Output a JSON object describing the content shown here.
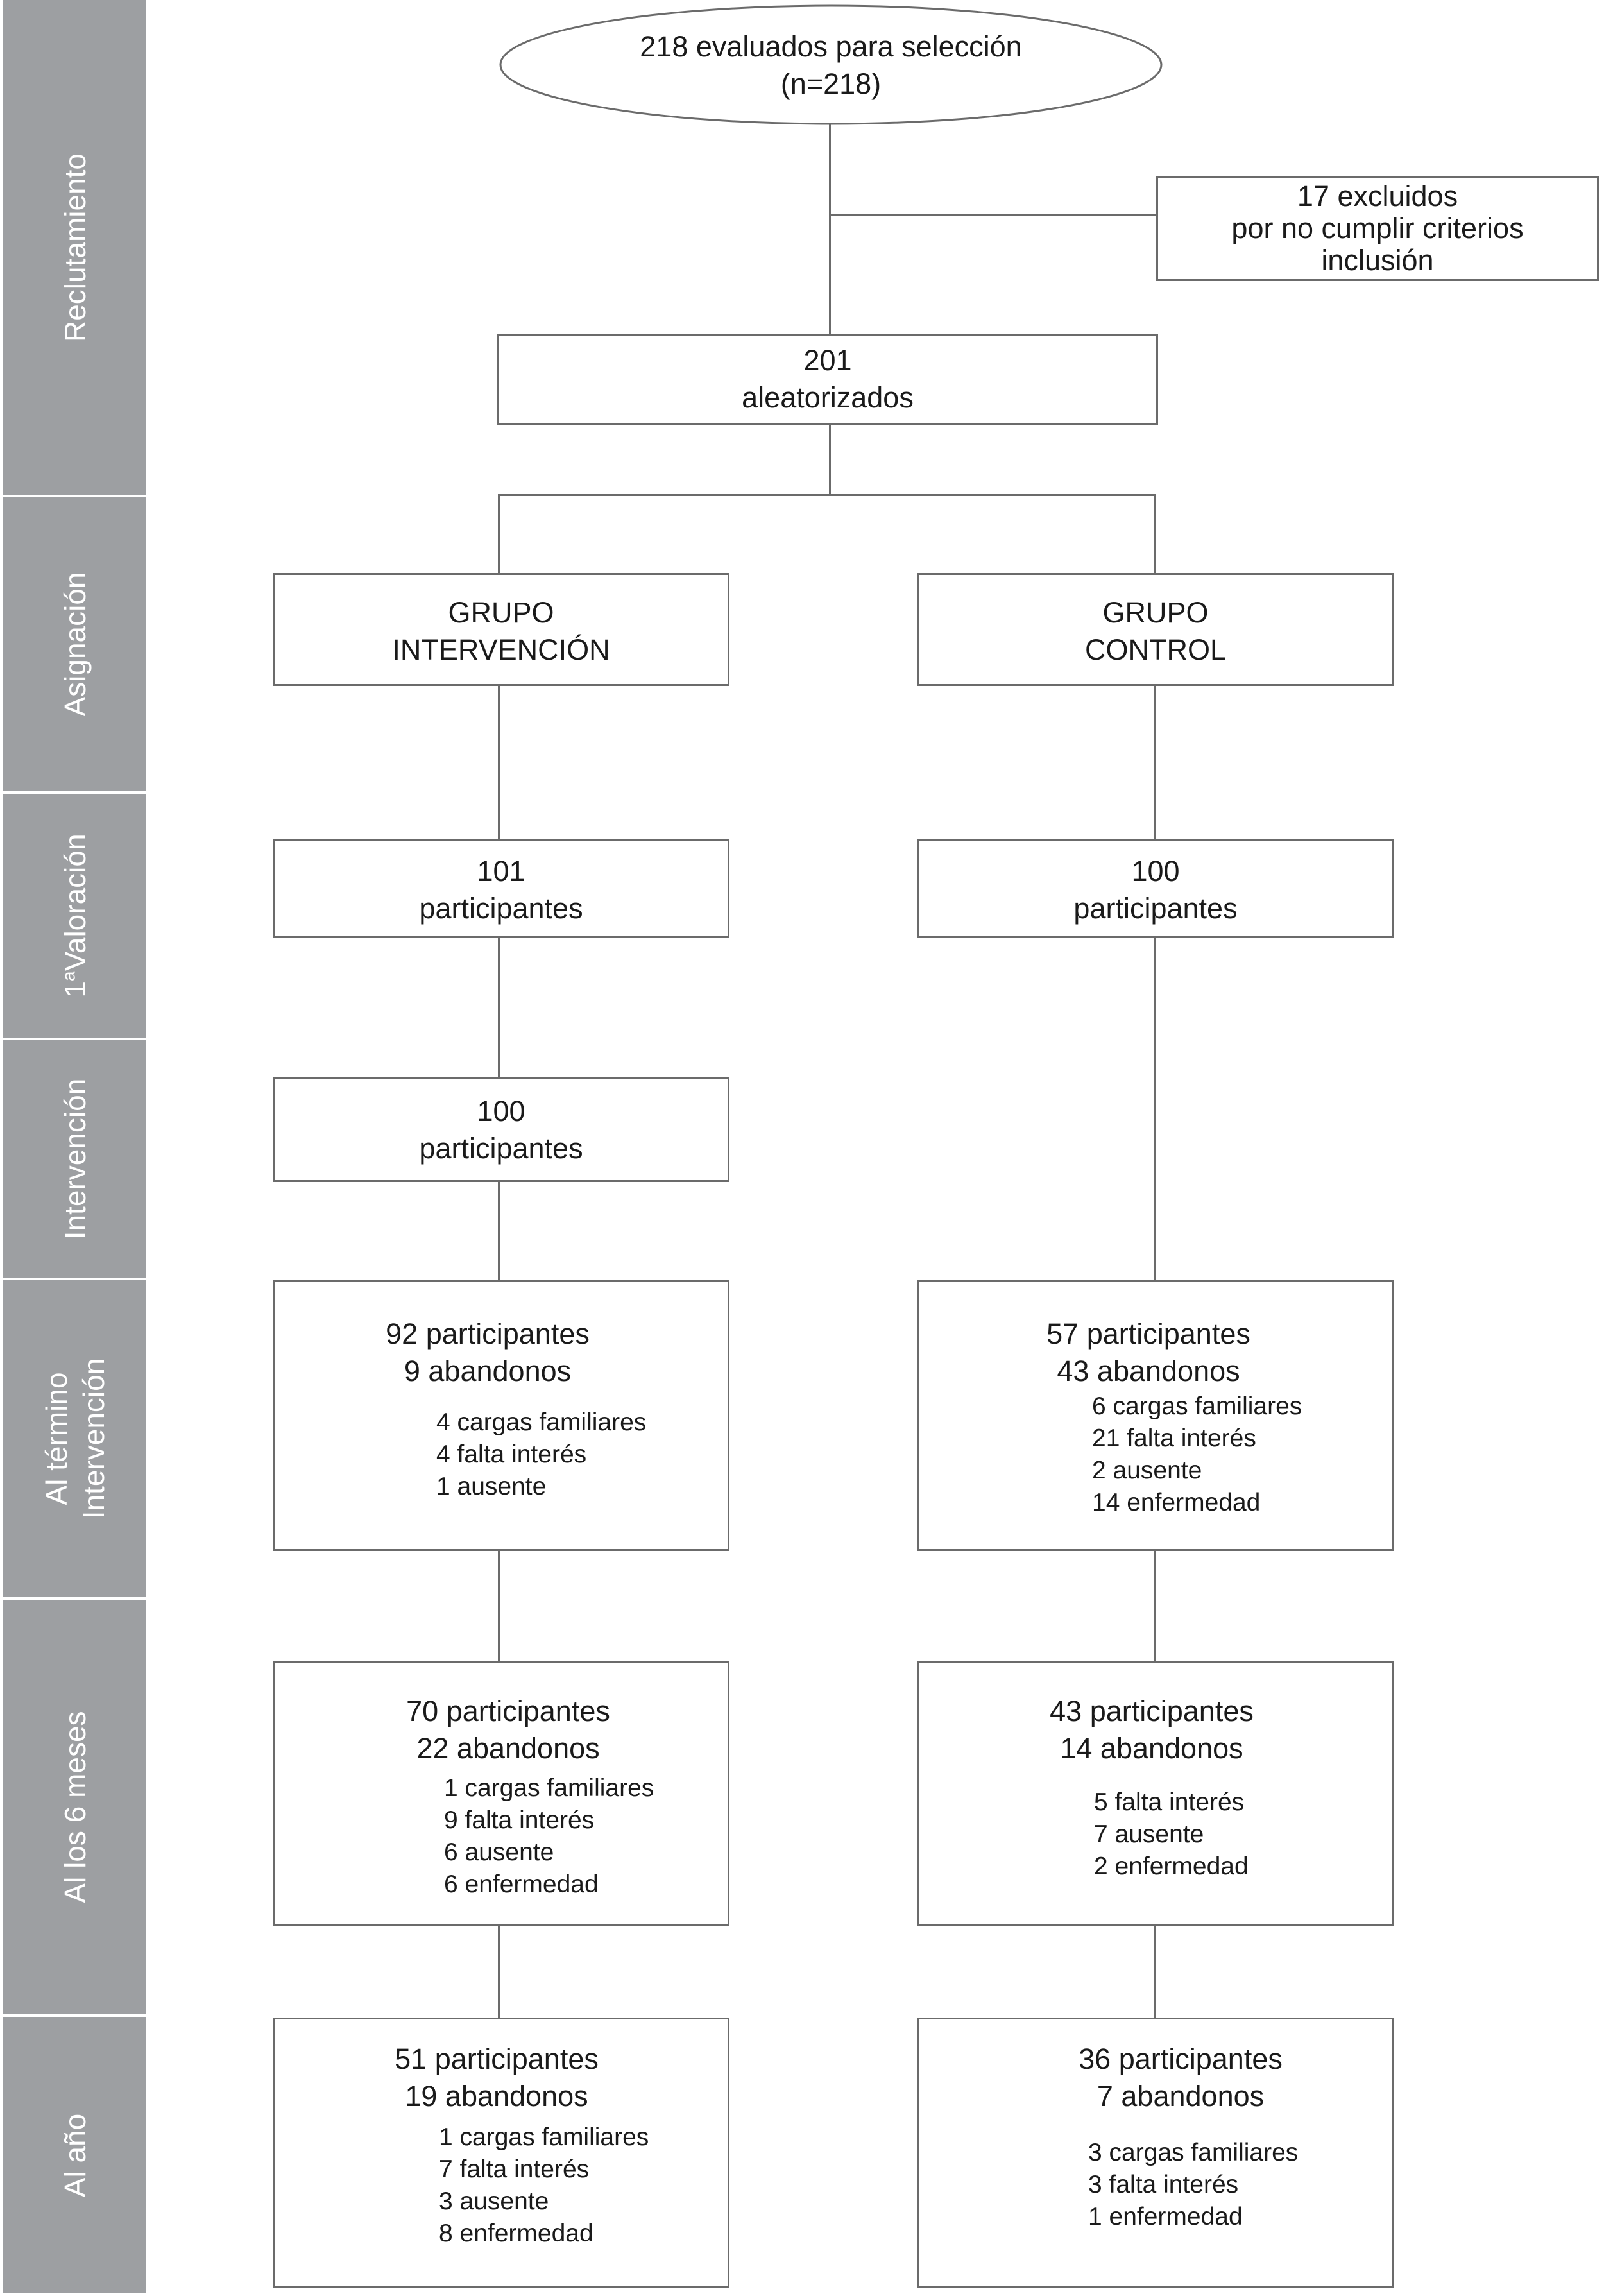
{
  "phases": [
    {
      "label": "Reclutamiento"
    },
    {
      "label": "Asignación"
    },
    {
      "label": "Valoración",
      "prefix": "1",
      "sup": "a"
    },
    {
      "label": "Intervención"
    },
    {
      "label": "Al término\nIntervención"
    },
    {
      "label": "Al los 6 meses"
    },
    {
      "label": "Al año"
    }
  ],
  "screening": {
    "line1": "218 evaluados para selección",
    "line2": "(n=218)"
  },
  "excluded": {
    "line1": "17 excluidos",
    "line2": "por no cumplir criterios",
    "line3": "inclusión"
  },
  "randomized": {
    "line1": "201",
    "line2": "aleatorizados"
  },
  "intervention_group": {
    "title1": "GRUPO",
    "title2": "INTERVENCIÓN",
    "baseline": {
      "count": "101",
      "label": "participantes"
    },
    "intervention": {
      "count": "100",
      "label": "participantes"
    },
    "end": {
      "participants": "92 participantes",
      "dropouts": "9 abandonos",
      "reasons": [
        "4 cargas familiares",
        "4 falta interés",
        "1 ausente"
      ]
    },
    "six_months": {
      "participants": "70 participantes",
      "dropouts": "22 abandonos",
      "reasons": [
        "1 cargas familiares",
        "9 falta interés",
        "6 ausente",
        "6 enfermedad"
      ]
    },
    "one_year": {
      "participants": "51 participantes",
      "dropouts": "19 abandonos",
      "reasons": [
        "1 cargas familiares",
        "7 falta interés",
        "3 ausente",
        "8 enfermedad"
      ]
    }
  },
  "control_group": {
    "title1": "GRUPO",
    "title2": "CONTROL",
    "baseline": {
      "count": "100",
      "label": "participantes"
    },
    "end": {
      "participants": "57 participantes",
      "dropouts": "43 abandonos",
      "reasons": [
        "6 cargas familiares",
        "21 falta interés",
        "2 ausente",
        "14 enfermedad"
      ]
    },
    "six_months": {
      "participants": "43 participantes",
      "dropouts": "14 abandonos",
      "reasons": [
        "5 falta interés",
        "7 ausente",
        "2 enfermedad"
      ]
    },
    "one_year": {
      "participants": "36 participantes",
      "dropouts": "7 abandonos",
      "reasons": [
        "3 cargas familiares",
        "3 falta interés",
        "1 enfermedad"
      ]
    }
  }
}
